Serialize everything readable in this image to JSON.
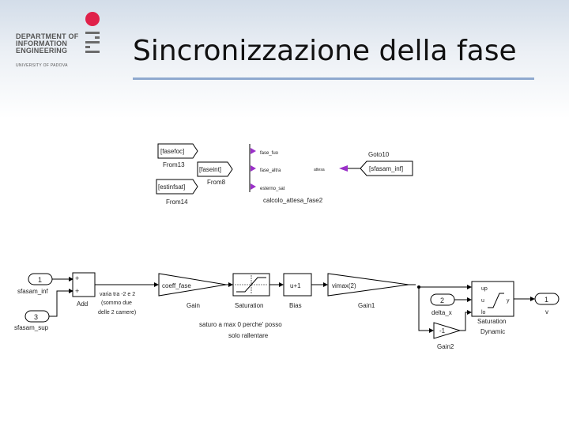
{
  "page": {
    "title": "Sincronizzazione della fase"
  },
  "logo": {
    "lines": [
      "DEPARTMENT OF",
      "INFORMATION",
      "ENGINEERING"
    ],
    "university": "UNIVERSITY OF PADOVA",
    "accent_color": "#e0214a"
  },
  "top_diagram": {
    "from13": {
      "tag": "[fasefoc]",
      "label": "From13"
    },
    "from8": {
      "tag": "[faseint]",
      "label": "From8"
    },
    "from14": {
      "tag": "[estinfsat]",
      "label": "From14"
    },
    "subsystem": {
      "ports": [
        "fase_fuo",
        "fase_altra",
        "esterno_sat"
      ],
      "out_port": "attesa",
      "label": "calcolo_attesa_fase2"
    },
    "goto": {
      "tag": "[sfasam_inf]",
      "label": "Goto10"
    }
  },
  "bottom_diagram": {
    "in1": {
      "num": "1",
      "label": "sfasam_inf"
    },
    "in3": {
      "num": "3",
      "label": "sfasam_sup"
    },
    "add": {
      "label": "Add",
      "signs": [
        "+",
        "+"
      ]
    },
    "add_note": [
      "varia tra -2 e 2",
      "(sommo due",
      "delle 2 camere)"
    ],
    "gain": {
      "value": "coeff_fase",
      "label": "Gain"
    },
    "saturation": {
      "label": "Saturation"
    },
    "saturation_note": [
      "saturo a max 0 perche' posso",
      "solo rallentare"
    ],
    "bias": {
      "value": "u+1",
      "label": "Bias"
    },
    "gain1": {
      "value": "vimax(2)",
      "label": "Gain1"
    },
    "in2": {
      "num": "2",
      "label": "delta_x"
    },
    "gain2": {
      "value": "-1",
      "label": "Gain2"
    },
    "sat_dyn": {
      "ports": [
        "up",
        "u",
        "lo"
      ],
      "out": "y",
      "label": [
        "Saturation",
        "Dynamic"
      ]
    },
    "out1": {
      "num": "1",
      "label": "v"
    }
  },
  "colors": {
    "port_arrow": "#9b30c9",
    "line": "#000000",
    "accent_rule": "#8fa9cf"
  }
}
